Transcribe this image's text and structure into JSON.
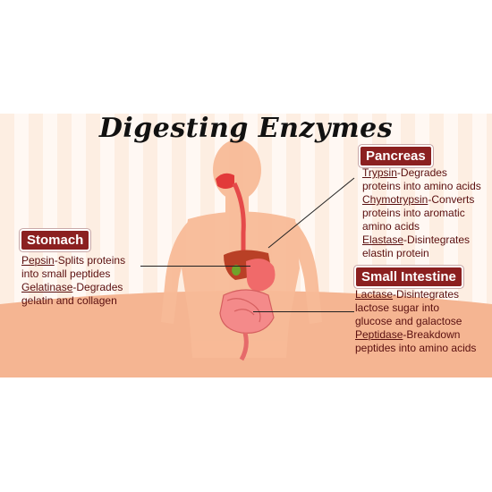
{
  "title": "Digesting Enzymes",
  "colors": {
    "badge": "#8b2020",
    "text": "#5a0f0f",
    "skin": "#f7b692",
    "ground": "#f5b592",
    "liver": "#b94026",
    "stomach": "#f06a6a",
    "intestine": "#f48a8a"
  },
  "stomach": {
    "heading": "Stomach",
    "items": [
      {
        "term": "Pepsin",
        "desc": "-Splits proteins",
        "desc2": "into small peptides"
      },
      {
        "term": "Gelatinase",
        "desc": "-Degrades",
        "desc2": "gelatin and collagen"
      }
    ]
  },
  "pancreas": {
    "heading": "Pancreas",
    "items": [
      {
        "term": "Trypsin",
        "desc": "-Degrades",
        "desc2": "proteins into amino acids",
        "desc3": ""
      },
      {
        "term": "Chymotrypsin",
        "desc": "-Converts",
        "desc2": "proteins into aromatic",
        "desc3": "amino acids"
      },
      {
        "term": "Elastase",
        "desc": "-Disintegrates",
        "desc2": "elastin protein",
        "desc3": ""
      }
    ]
  },
  "small_intestine": {
    "heading": "Small Intestine",
    "items": [
      {
        "term": "Lactase",
        "desc": "-Disintegrates",
        "desc2": "lactose sugar into",
        "desc3": "glucose and galactose"
      },
      {
        "term": "Peptidase",
        "desc": "-Breakdown",
        "desc2": "peptides into amino acids",
        "desc3": ""
      }
    ]
  }
}
